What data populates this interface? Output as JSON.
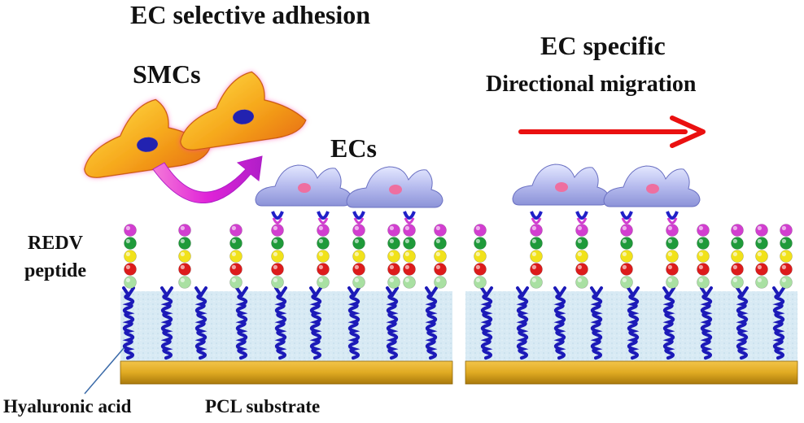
{
  "labels": {
    "title_left": "EC selective adhesion",
    "title_right": "EC specific",
    "subtitle_right": "Directional migration",
    "smcs": "SMCs",
    "ecs": "ECs",
    "redv_line1": "REDV",
    "redv_line2": "peptide",
    "hyaluronic_acid": "Hyaluronic acid",
    "pcl_substrate": "PCL substrate"
  },
  "colors": {
    "substrate": "#e0aa22",
    "hydrogel": "#d8eaf4",
    "polymer_chain": "#1c1ab8",
    "peptide_magenta": "#d23ed0",
    "peptide_green": "#1f9a3a",
    "peptide_yellow": "#f1e21a",
    "peptide_red": "#dd1b1b",
    "peptide_lightgreen": "#a9e0a2",
    "smc_body": "#f59e18",
    "smc_nucleus": "#2323b0",
    "ec_body": "#aeb3e8",
    "ec_nucleus": "#ee6fa0",
    "receptor": "#2020c8",
    "migration_arrow": "#ea1010",
    "curved_arrow": "#e024d8"
  },
  "icons": [
    "smc-cell-icon",
    "ec-cell-icon",
    "redv-peptide-icon",
    "hyaluronic-acid-chain-icon",
    "migration-arrow-icon",
    "curved-arrow-icon"
  ]
}
